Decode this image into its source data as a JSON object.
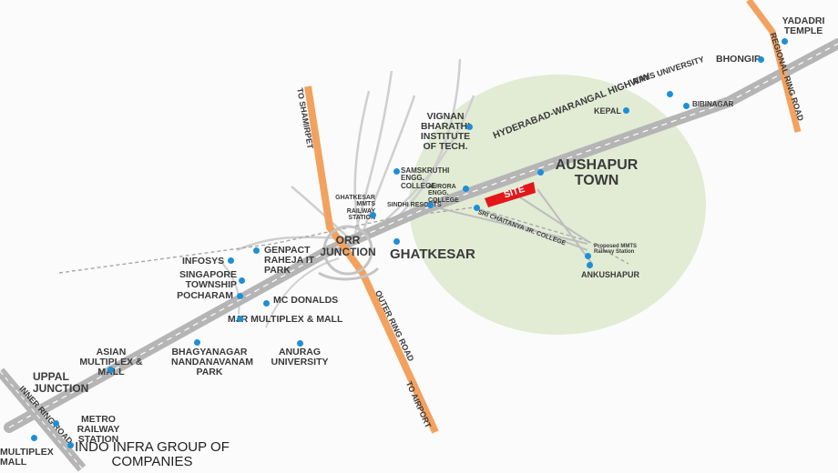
{
  "colors": {
    "highway": "#bcbcbc",
    "ring_road": "#f2a25e",
    "marker": "#1e8fd6",
    "site": "#e3171b",
    "catchment": "#e2ebd4",
    "text": "#3a3a3a"
  },
  "roads": {
    "highway": "HYDERABAD-WARANGAL HIGHWAY",
    "regional_ring_road": "REGIONAL RING ROAD",
    "outer_ring_road": "OUTER RING ROAD",
    "inner_ring_road": "INNER RING ROAD",
    "to_shamirpet": "TO SHAMIRPET",
    "to_airport": "TO AIRPORT"
  },
  "site_label": "SITE",
  "places": {
    "yadadri_temple": "YADADRI TEMPLE",
    "bhongir": "BHONGIR",
    "aiims_university": "AIIMS UNIVERSITY",
    "bibinagar": "BIBINAGAR",
    "kepal": "KEPAL",
    "aushapur_town": "AUSHAPUR TOWN",
    "vignan": "VIGNAN BHARATHI INSTITUTE OF TECH.",
    "samskruthi": "SAMSKRUTHI ENGG. COLLEGE",
    "aurora": "AURORA ENGG. COLLEGE",
    "sindhi_resorts": "SINDHI RESORTS",
    "ghatkesar_mmts": "GHATKESAR MMTS RAILWAY STATION",
    "sri_chaitanya": "SRI CHAITANYA JR. COLLEGE",
    "proposed_mmts": "Proposed MMTS Railway Station",
    "ankushapur": "ANKUSHAPUR",
    "orr_junction": "ORR JUNCTION",
    "ghatkesar": "GHATKESAR",
    "genpact": "GENPACT RAHEJA IT PARK",
    "infosys": "INFOSYS",
    "singapore": "SINGAPORE TOWNSHIP",
    "pocharam": "POCHARAM",
    "mc_donalds": "MC DONALDS",
    "mjr": "MJR MULTIPLEX & MALL",
    "asian": "ASIAN MULTIPLEX & MALL",
    "bhagyanagar": "BHAGYANAGAR NANDANAVANAM PARK",
    "anurag": "ANURAG UNIVERSITY",
    "uppal": "UPPAL JUNCTION",
    "metro": "METRO RAILWAY STATION",
    "indo_infra": "INDO INFRA GROUP OF COMPANIES",
    "multiplex_mall": "MULTIPLEX MALL"
  }
}
